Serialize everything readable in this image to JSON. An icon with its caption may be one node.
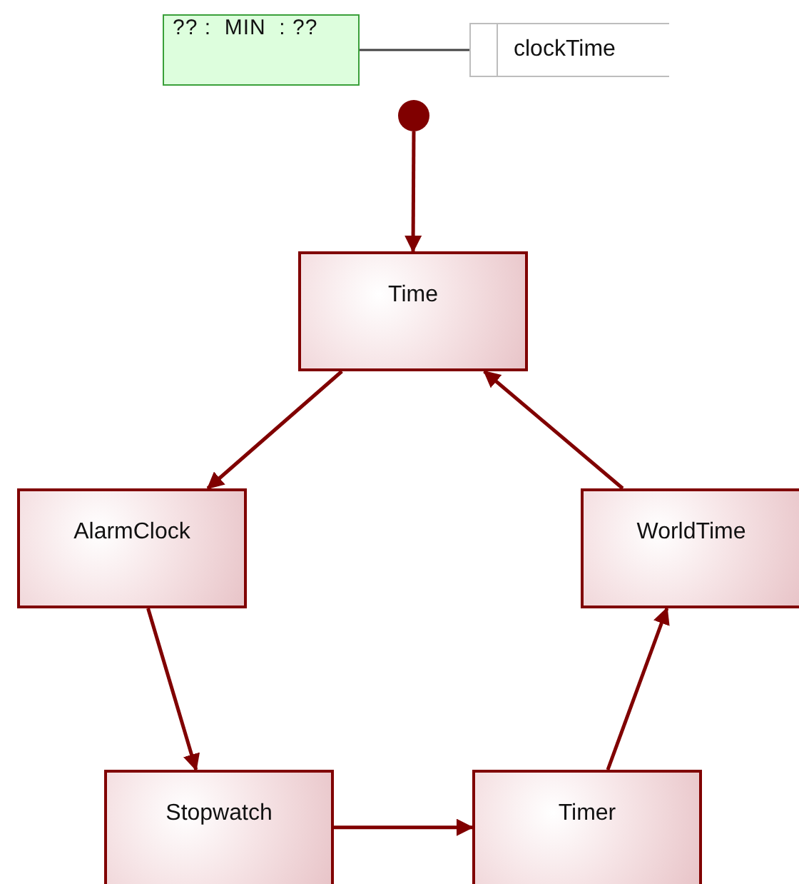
{
  "diagram": {
    "nodes": [
      {
        "text": [
          "?? :  MIN  : ??"
        ]
      },
      {
        "text": [
          "clockTime"
        ]
      },
      {
        "text": [],
        "shape": "circle"
      },
      {
        "text": [
          "Time"
        ]
      },
      {
        "text": [
          "AlarmClock"
        ]
      },
      {
        "text": [
          "WorldTime"
        ]
      },
      {
        "text": [
          "Stopwatch"
        ]
      },
      {
        "text": [
          "Timer"
        ]
      }
    ],
    "edges": [
      {
        "from": 0,
        "to": 1,
        "arrow": "none",
        "color": "#444444"
      },
      {
        "from": 2,
        "to": 3,
        "arrow": "to"
      },
      {
        "from": 3,
        "to": 4,
        "arrow": "to"
      },
      {
        "from": 4,
        "to": 6,
        "arrow": "to"
      },
      {
        "from": 6,
        "to": 7,
        "arrow": "to"
      },
      {
        "from": 7,
        "to": 5,
        "arrow": "to"
      },
      {
        "from": 5,
        "to": 3,
        "arrow": "to"
      }
    ]
  }
}
